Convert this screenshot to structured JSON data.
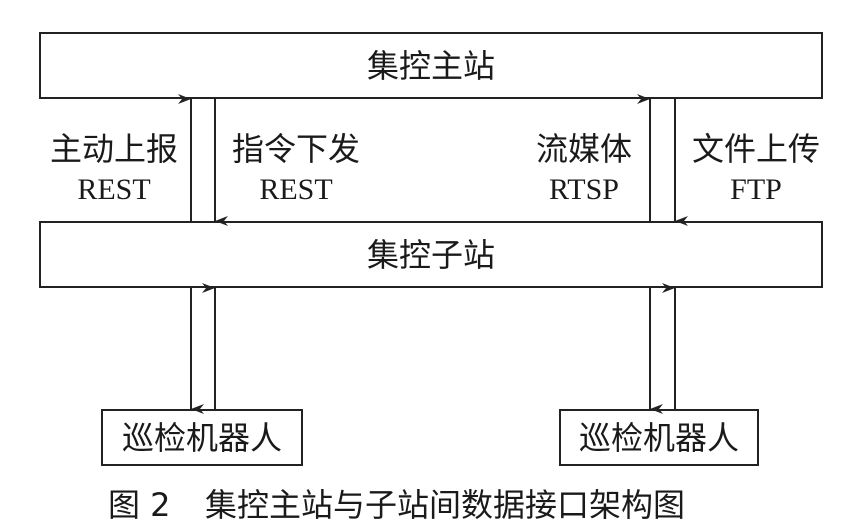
{
  "master": {
    "label": "集控主站"
  },
  "sub": {
    "label": "集控子站"
  },
  "robots": [
    {
      "label": "巡检机器人"
    },
    {
      "label": "巡检机器人"
    }
  ],
  "links": [
    {
      "name": "主动上报",
      "protocol": "REST",
      "direction": "up"
    },
    {
      "name": "指令下发",
      "protocol": "REST",
      "direction": "down"
    },
    {
      "name": "流媒体",
      "protocol": "RTSP",
      "direction": "up"
    },
    {
      "name": "文件上传",
      "protocol": "FTP",
      "direction": "down"
    }
  ],
  "caption": {
    "number": "图 2",
    "title": "集控主站与子站间数据接口架构图"
  }
}
